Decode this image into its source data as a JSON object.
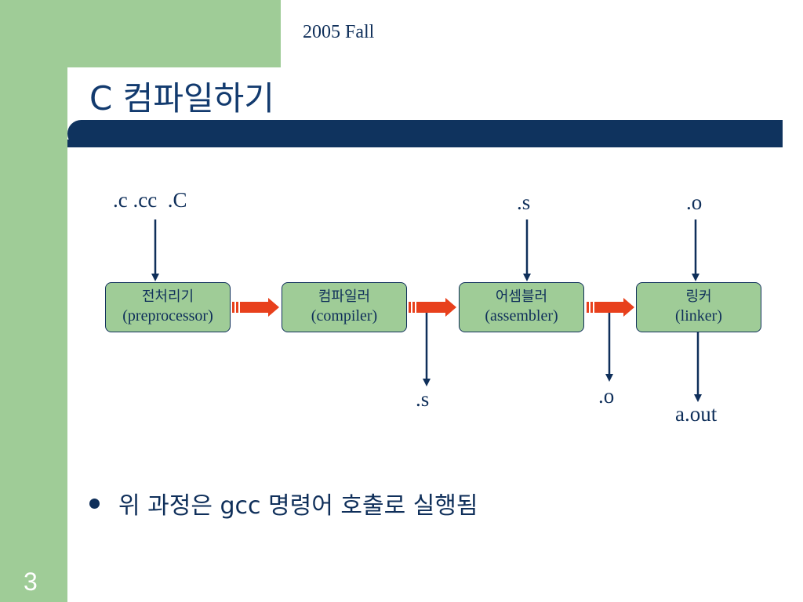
{
  "header": {
    "date": "2005 Fall"
  },
  "slide": {
    "title": "C 컴파일하기",
    "page_number": "3",
    "bullet": "위 과정은 gcc 명령어 호출로 실행됨"
  },
  "stages": [
    {
      "label_kr": "전처리기",
      "label_en": "(preprocessor)"
    },
    {
      "label_kr": "컴파일러",
      "label_en": "(compiler)"
    },
    {
      "label_kr": "어셈블러",
      "label_en": "(assembler)"
    },
    {
      "label_kr": "링커",
      "label_en": "(linker)"
    }
  ],
  "inputs": {
    "preprocessor": ".c .cc  .C",
    "assembler": ".s",
    "linker": ".o"
  },
  "outputs": {
    "compiler": ".s",
    "assembler": ".o",
    "linker": "a.out"
  },
  "colors": {
    "green": "#9fcc97",
    "navy": "#0f335e",
    "arrow_red": "#e8401c"
  }
}
